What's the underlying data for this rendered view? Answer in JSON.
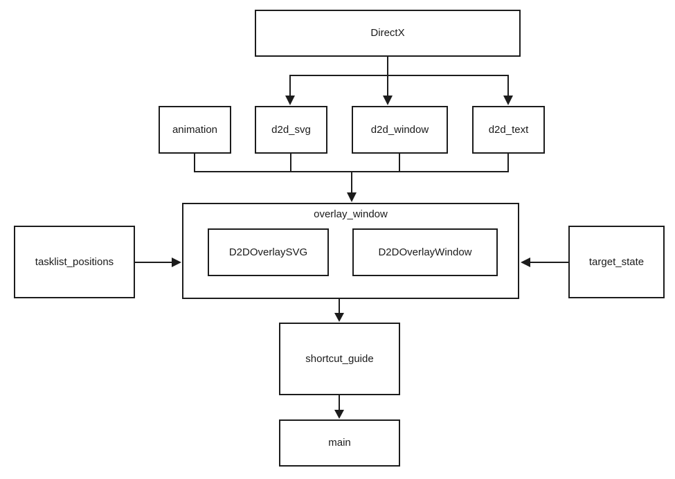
{
  "diagram": {
    "type": "dependency-flowchart",
    "background_color": "#ffffff",
    "stroke_color": "#1c1c1c",
    "text_color": "#1a1a1a",
    "nodes": {
      "directx": {
        "label": "DirectX"
      },
      "animation": {
        "label": "animation"
      },
      "d2d_svg": {
        "label": "d2d_svg"
      },
      "d2d_window": {
        "label": "d2d_window"
      },
      "d2d_text": {
        "label": "d2d_text"
      },
      "overlay_window": {
        "label": "overlay_window"
      },
      "d2d_overlay_svg": {
        "label": "D2DOverlaySVG"
      },
      "d2d_overlay_window": {
        "label": "D2DOverlayWindow"
      },
      "tasklist_positions": {
        "label": "tasklist_positions"
      },
      "target_state": {
        "label": "target_state"
      },
      "shortcut_guide": {
        "label": "shortcut_guide"
      },
      "main": {
        "label": "main"
      }
    },
    "containment": [
      {
        "parent": "overlay_window",
        "children": [
          "D2DOverlaySVG",
          "D2DOverlayWindow"
        ]
      }
    ],
    "edges": [
      {
        "from": "DirectX",
        "to": "d2d_svg"
      },
      {
        "from": "DirectX",
        "to": "d2d_window"
      },
      {
        "from": "DirectX",
        "to": "d2d_text"
      },
      {
        "from": "animation",
        "to": "overlay_window"
      },
      {
        "from": "d2d_svg",
        "to": "overlay_window"
      },
      {
        "from": "d2d_window",
        "to": "overlay_window"
      },
      {
        "from": "d2d_text",
        "to": "overlay_window"
      },
      {
        "from": "tasklist_positions",
        "to": "overlay_window"
      },
      {
        "from": "target_state",
        "to": "overlay_window"
      },
      {
        "from": "overlay_window",
        "to": "shortcut_guide"
      },
      {
        "from": "shortcut_guide",
        "to": "main"
      }
    ]
  }
}
